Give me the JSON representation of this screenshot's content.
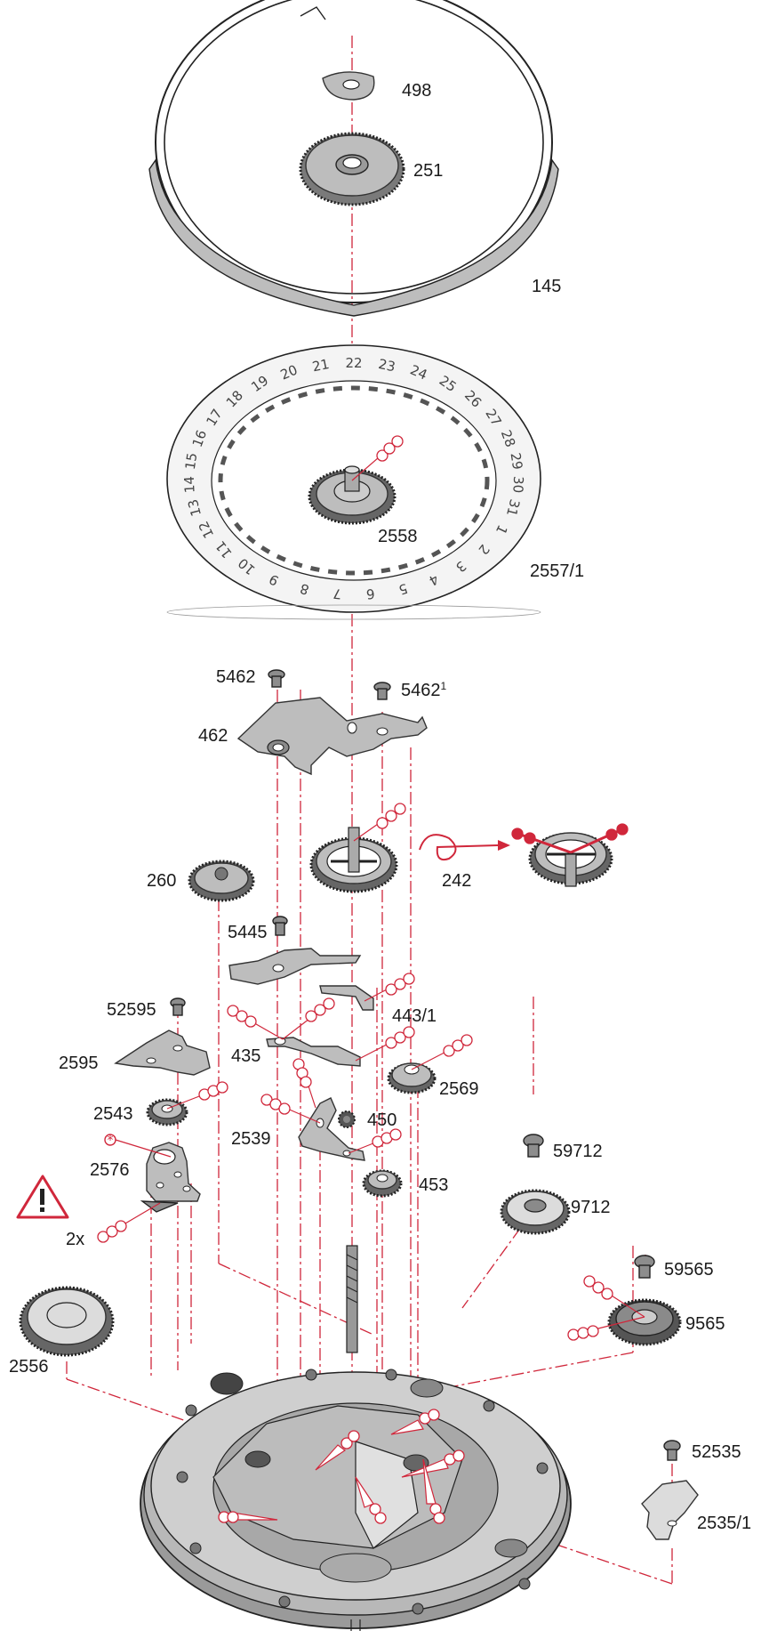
{
  "labels": {
    "p498": "498",
    "p251": "251",
    "p145": "145",
    "p2558": "2558",
    "p2557_1": "2557/1",
    "p5462": "5462",
    "p5462_1": "5462",
    "p5462_1_sup": "1",
    "p462": "462",
    "p260": "260",
    "p242": "242",
    "p5445": "5445",
    "p443_1": "443/1",
    "p52595": "52595",
    "p435": "435",
    "p2595": "2595",
    "p2569": "2569",
    "p2543": "2543",
    "p450": "450",
    "p2539": "2539",
    "p59712": "59712",
    "p2576": "2576",
    "p453": "453",
    "p9712": "9712",
    "qty2x": "2x",
    "p59565": "59565",
    "p9565": "9565",
    "p2556": "2556",
    "p52535": "52535",
    "p2535_1": "2535/1"
  },
  "date_dial": [
    "1",
    "2",
    "3",
    "4",
    "5",
    "6",
    "7",
    "8",
    "9",
    "10",
    "11",
    "12",
    "13",
    "14",
    "15",
    "16",
    "17",
    "18",
    "19",
    "20",
    "21",
    "22",
    "23",
    "24",
    "25",
    "26",
    "27",
    "28",
    "29",
    "30",
    "31"
  ],
  "colors": {
    "accent": "#d0273b",
    "metal_light": "#dcdcdc",
    "metal_mid": "#bdbdbd",
    "metal_dark": "#8d8d8d",
    "outline": "#222222"
  },
  "icons": {
    "warning": "warning-triangle-icon",
    "oil_marker": "oil-droplet-icon",
    "rotation_arrow": "rotation-arrow-icon",
    "special_lube": "asterisk-lube-icon"
  }
}
